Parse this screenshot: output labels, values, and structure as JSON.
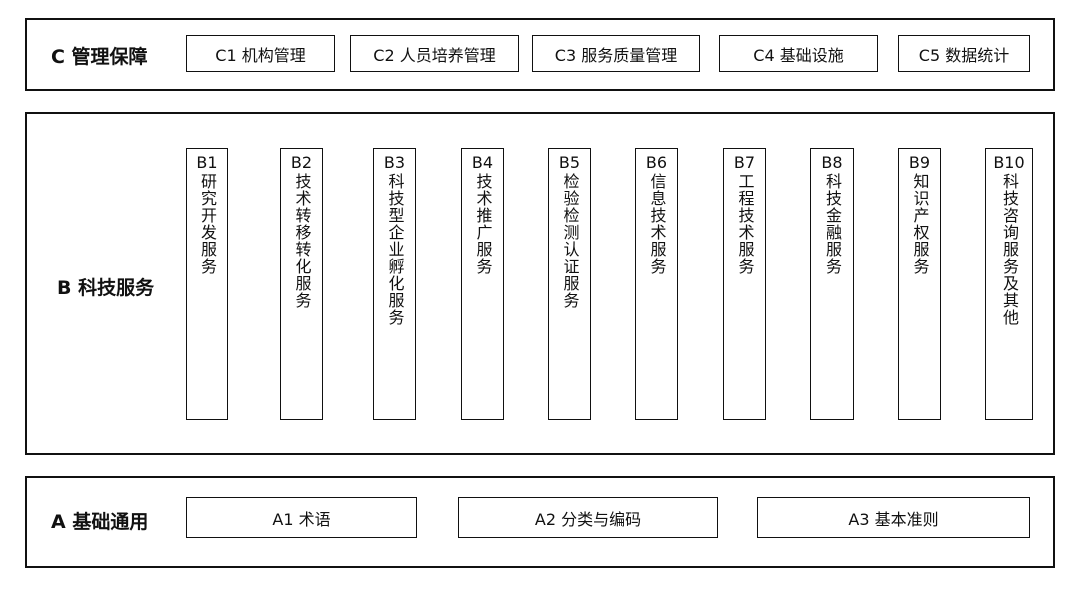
{
  "sections": {
    "c": {
      "label": "C 管理保障",
      "items": [
        "C1 机构管理",
        "C2 人员培养管理",
        "C3 服务质量管理",
        "C4 基础设施",
        "C5 数据统计"
      ]
    },
    "b": {
      "label": "B 科技服务",
      "items": [
        {
          "code": "B1",
          "text": "研究开发服务"
        },
        {
          "code": "B2",
          "text": "技术转移转化服务"
        },
        {
          "code": "B3",
          "text": "科技型企业孵化服务"
        },
        {
          "code": "B4",
          "text": "技术推广服务"
        },
        {
          "code": "B5",
          "text": "检验检测认证服务"
        },
        {
          "code": "B6",
          "text": "信息技术服务"
        },
        {
          "code": "B7",
          "text": "工程技术服务"
        },
        {
          "code": "B8",
          "text": "科技金融服务"
        },
        {
          "code": "B9",
          "text": "知识产权服务"
        },
        {
          "code": "B10",
          "text": "科技咨询服务及其他"
        }
      ]
    },
    "a": {
      "label": "A  基础通用",
      "items": [
        "A1 术语",
        "A2 分类与编码",
        "A3 基本准则"
      ]
    }
  }
}
